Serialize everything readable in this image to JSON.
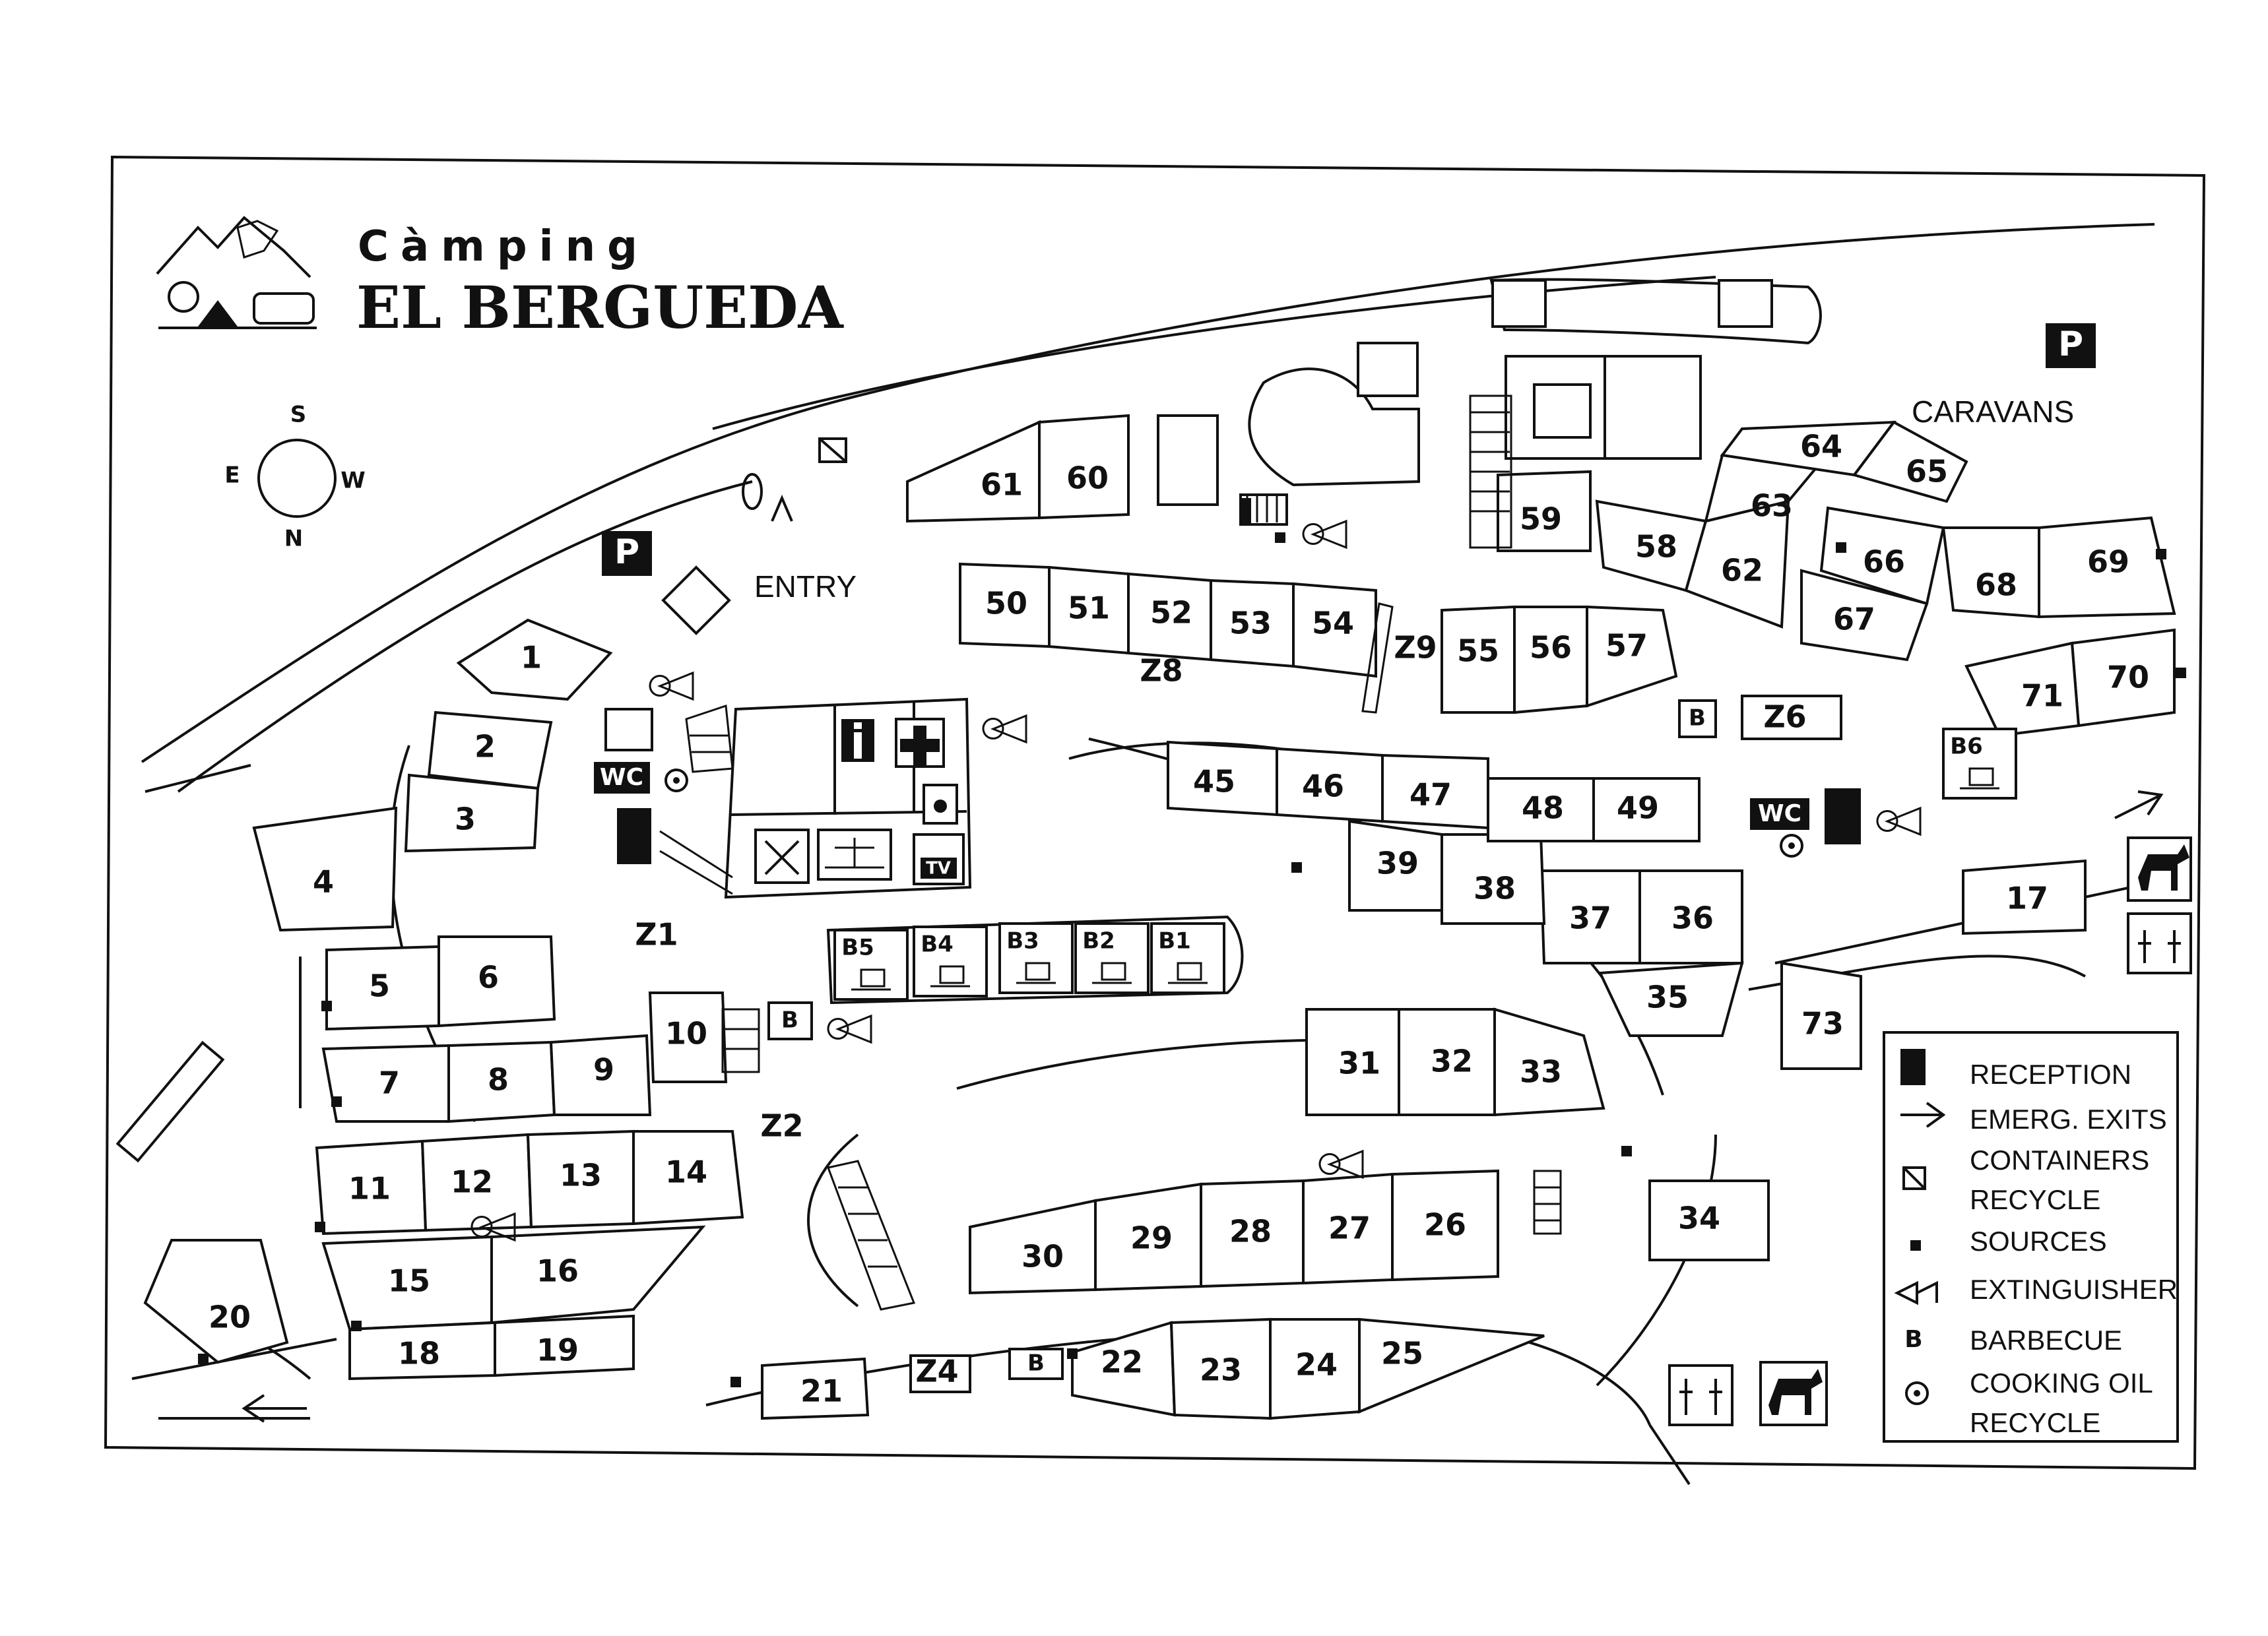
{
  "title": {
    "line1": "Càmping",
    "line2": "EL BERGUEDA"
  },
  "compass": {
    "top": "S",
    "bottom": "N",
    "left": "E",
    "right": "W"
  },
  "labels": {
    "entry": "ENTRY",
    "caravans": "CARAVANS",
    "parking": "P",
    "wc": "WC",
    "tv": "TV",
    "barbecue": "B"
  },
  "zones": [
    "Z1",
    "Z2",
    "Z4",
    "Z6",
    "Z8",
    "Z9"
  ],
  "bungalows": [
    "B1",
    "B2",
    "B3",
    "B4",
    "B5",
    "B6"
  ],
  "pitches": [
    "1",
    "2",
    "3",
    "4",
    "5",
    "6",
    "7",
    "8",
    "9",
    "10",
    "11",
    "12",
    "13",
    "14",
    "15",
    "16",
    "17",
    "18",
    "19",
    "20",
    "21",
    "22",
    "23",
    "24",
    "25",
    "26",
    "27",
    "28",
    "29",
    "30",
    "31",
    "32",
    "33",
    "34",
    "35",
    "36",
    "37",
    "38",
    "39",
    "45",
    "46",
    "47",
    "48",
    "49",
    "50",
    "51",
    "52",
    "53",
    "54",
    "55",
    "56",
    "57",
    "58",
    "59",
    "60",
    "61",
    "62",
    "63",
    "64",
    "65",
    "66",
    "67",
    "68",
    "69",
    "70",
    "71",
    "73"
  ],
  "legend": [
    {
      "icon": "reception-icon",
      "text": "RECEPTION"
    },
    {
      "icon": "arrow-icon",
      "text": "EMERG. EXITS"
    },
    {
      "icon": "container-icon",
      "text": "CONTAINERS"
    },
    {
      "icon": "",
      "text": "RECYCLE"
    },
    {
      "icon": "source-icon",
      "text": "SOURCES"
    },
    {
      "icon": "extinguisher-icon",
      "text": "EXTINGUISHER"
    },
    {
      "icon": "barbecue-icon",
      "text": "BARBECUE"
    },
    {
      "icon": "cooking-oil-icon",
      "text": "COOKING OIL"
    },
    {
      "icon": "",
      "text": "RECYCLE"
    }
  ]
}
